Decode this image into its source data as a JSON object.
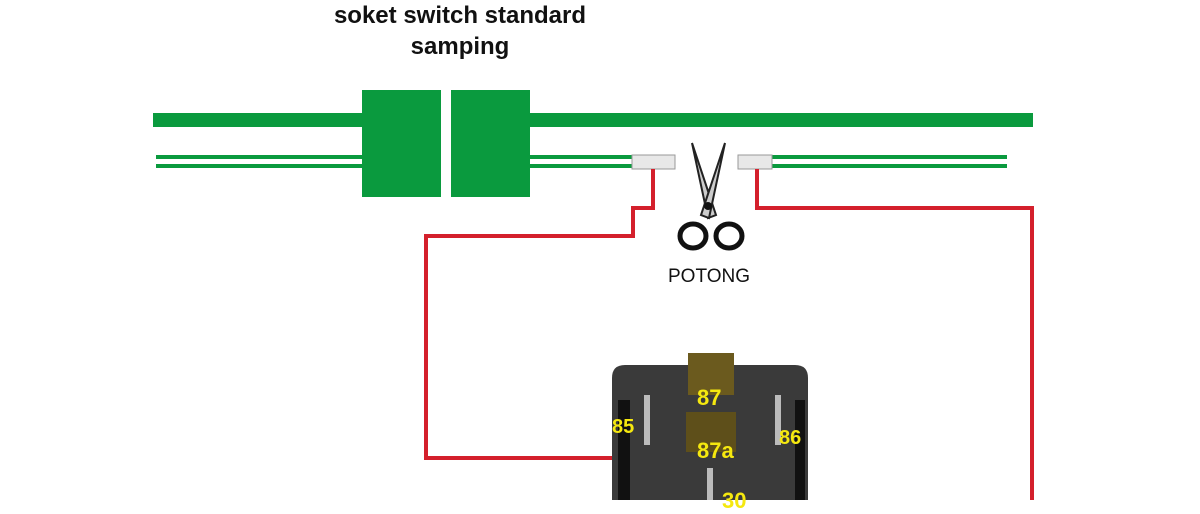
{
  "title_line1": "soket switch standard",
  "title_line2": "samping",
  "cut_label": "POTONG",
  "relay_pins": {
    "p87": "87",
    "p87a": "87a",
    "p85": "85",
    "p86": "86",
    "p30": "30"
  },
  "colors": {
    "wire_green": "#0a9a3e",
    "wire_red": "#d4202c",
    "relay_body": "#3a3a3a"
  }
}
